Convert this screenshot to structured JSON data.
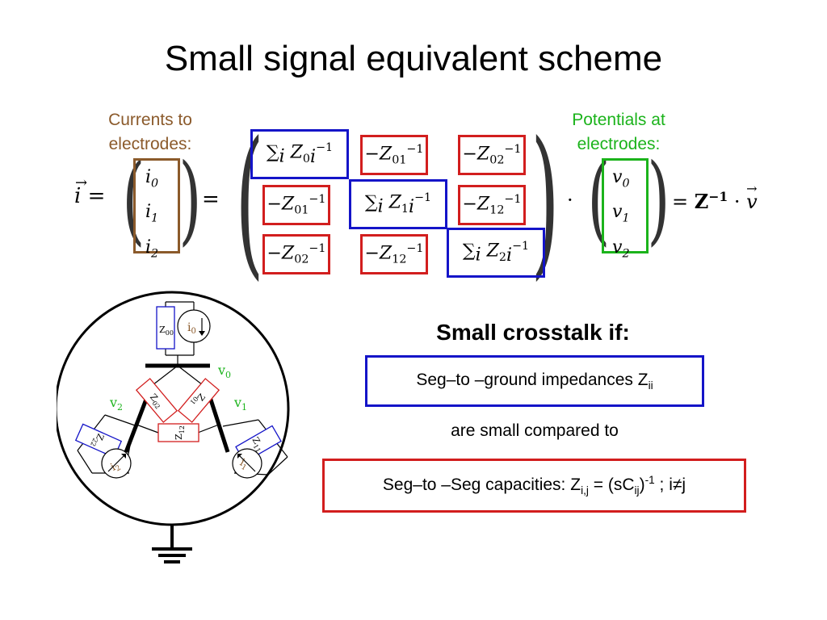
{
  "title": "Small signal equivalent scheme",
  "labels": {
    "currents": "Currents to electrodes:",
    "potentials": "Potentials at electrodes:"
  },
  "equation": {
    "lhs": "i",
    "current_vector": [
      "i0",
      "i1",
      "i2"
    ],
    "potential_vector": [
      "v0",
      "v1",
      "v2"
    ],
    "diag_terms": [
      "∑i Z0i−1",
      "∑i Z1i−1",
      "∑i Z2i−1"
    ],
    "offdiag_terms": [
      "−Z01−1",
      "−Z02−1",
      "−Z12−1"
    ],
    "rhs": "Z−1 · v"
  },
  "crosstalk": {
    "heading": "Small crosstalk if:",
    "condition1": "Seg–to –ground impedances Z",
    "condition1_sub": "ii",
    "connector": "are small compared to",
    "condition2_pre": "Seg–to –Seg capacities: Z",
    "condition2_sub": "i,j",
    "condition2_mid": " = (sC",
    "condition2_sub2": "ij",
    "condition2_close": ")",
    "condition2_sup": "-1",
    "condition2_post": " ; i≠j"
  },
  "circuit": {
    "impedances": [
      "Z00",
      "Z01",
      "Z02",
      "Z12",
      "Z11",
      "Z22"
    ],
    "sources": [
      "i0",
      "i1",
      "i2"
    ],
    "node_labels": [
      "v0",
      "v1",
      "v2"
    ]
  },
  "colors": {
    "brown": "#8B5A2B",
    "green": "#1BB31B",
    "blue": "#1414C8",
    "red": "#D21E1E"
  }
}
